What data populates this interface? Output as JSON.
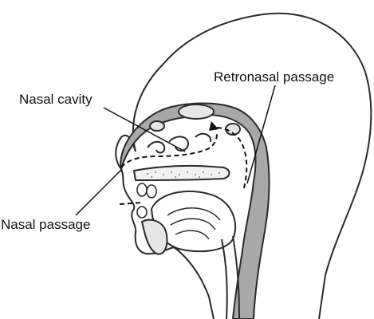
{
  "labels": {
    "nasal_cavity": "Nasal cavity",
    "retronasal_passage": "Retronasal passage",
    "nasal_passage": "Nasal passage"
  },
  "colors": {
    "airway_fill": "#a8a8a8",
    "outline": "#2a2a2a",
    "background": "#ffffff"
  }
}
